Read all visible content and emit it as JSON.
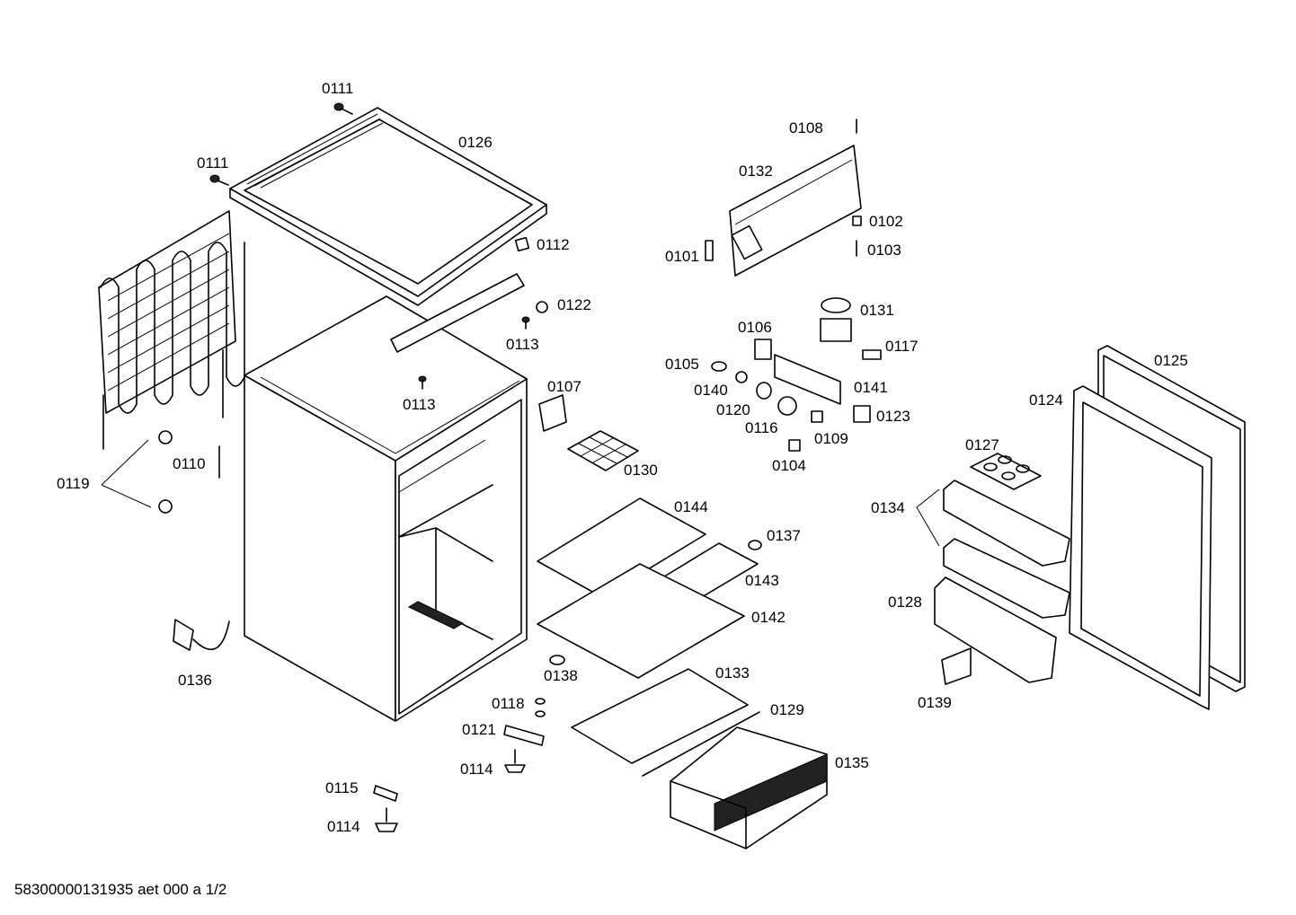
{
  "parts": {
    "p0111a": "0111",
    "p0111b": "0111",
    "p0126": "0126",
    "p0112": "0112",
    "p0122": "0122",
    "p0113a": "0113",
    "p0113b": "0113",
    "p0119": "0119",
    "p0110": "0110",
    "p0136": "0136",
    "p0107": "0107",
    "p0130": "0130",
    "p0144": "0144",
    "p0137": "0137",
    "p0143": "0143",
    "p0142": "0142",
    "p0138": "0138",
    "p0133": "0133",
    "p0118": "0118",
    "p0129": "0129",
    "p0121": "0121",
    "p0114a": "0114",
    "p0135": "0135",
    "p0115": "0115",
    "p0114b": "0114",
    "p0108": "0108",
    "p0132": "0132",
    "p0102": "0102",
    "p0101": "0101",
    "p0103": "0103",
    "p0131": "0131",
    "p0106": "0106",
    "p0117": "0117",
    "p0105": "0105",
    "p0141": "0141",
    "p0140": "0140",
    "p0120": "0120",
    "p0123": "0123",
    "p0116": "0116",
    "p0109": "0109",
    "p0104": "0104",
    "p0125": "0125",
    "p0124": "0124",
    "p0127": "0127",
    "p0134": "0134",
    "p0128": "0128",
    "p0139": "0139"
  },
  "footer": "58300000131935 aet 000 a 1/2"
}
